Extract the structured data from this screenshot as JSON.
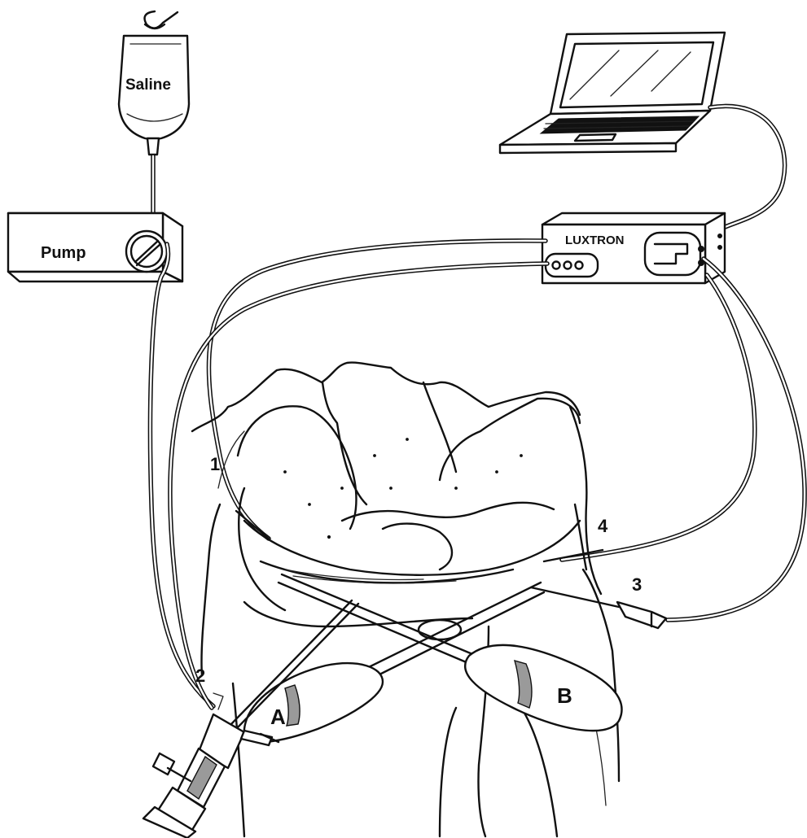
{
  "labels": {
    "saline": "Saline",
    "pump": "Pump",
    "luxtron": "LUXTRON",
    "probe_1": "1",
    "probe_2": "2",
    "probe_3": "3",
    "probe_4": "4",
    "instrument_a": "A",
    "instrument_b": "B"
  }
}
